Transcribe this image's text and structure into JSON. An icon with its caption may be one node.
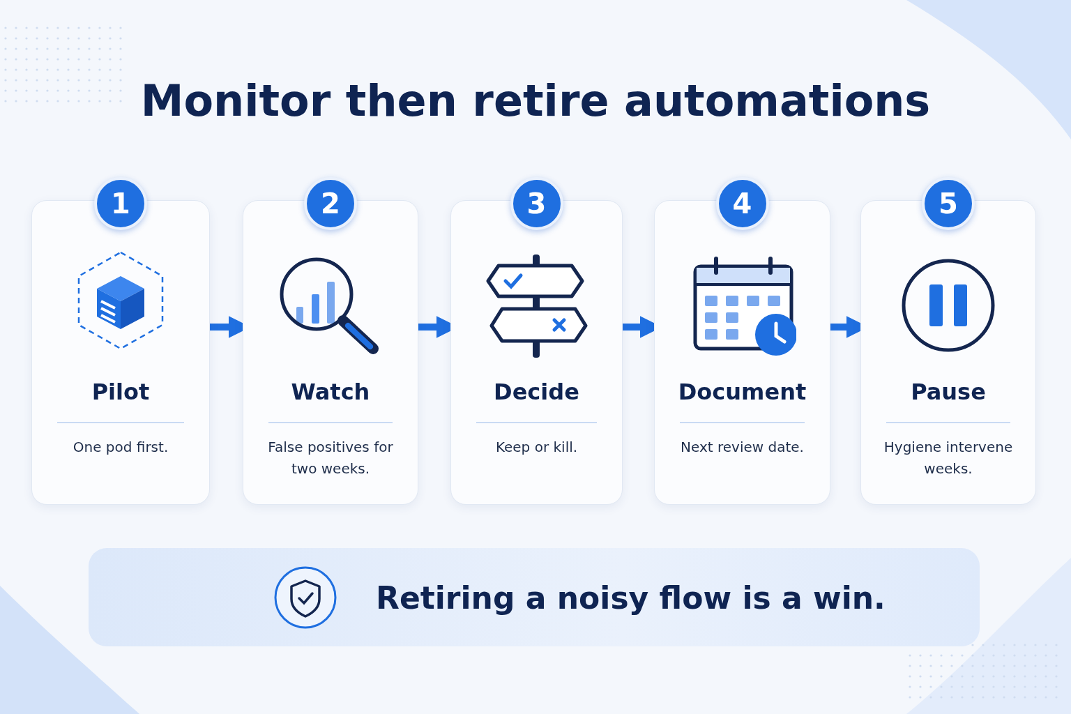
{
  "diagram": {
    "title": "Monitor then retire automations",
    "nodes": [
      {
        "text": [
          "Pilot",
          "One pod first."
        ]
      },
      {
        "text": [
          "1"
        ]
      },
      {
        "text": [
          "Watch",
          "False positives for two weeks."
        ]
      },
      {
        "text": [
          "2"
        ]
      },
      {
        "text": [
          "Decide",
          "Keep or kill."
        ]
      },
      {
        "text": [
          "3"
        ]
      },
      {
        "text": [
          "Document",
          "Next review date."
        ]
      },
      {
        "text": [
          "4"
        ]
      },
      {
        "text": [
          "Pause",
          "Hygiene intervene weeks."
        ]
      },
      {
        "text": [
          "5"
        ]
      },
      {
        "text": [
          "Retiring a noisy flow is a win."
        ]
      }
    ],
    "edges": [
      {
        "from": 0,
        "to": 2,
        "arrow": "to"
      },
      {
        "from": 2,
        "to": 4,
        "arrow": "to"
      },
      {
        "from": 4,
        "to": 6,
        "arrow": "to"
      },
      {
        "from": 6,
        "to": 8,
        "arrow": "to"
      }
    ]
  }
}
